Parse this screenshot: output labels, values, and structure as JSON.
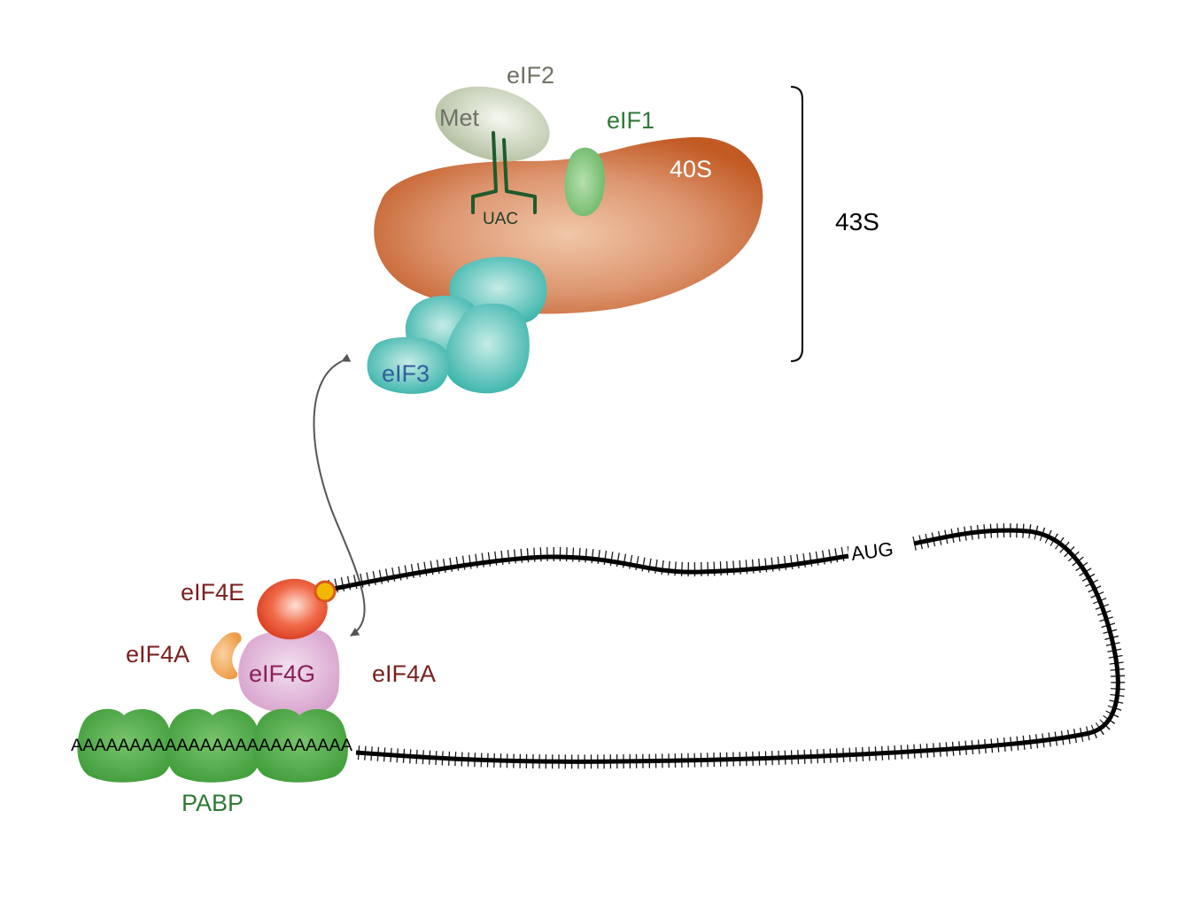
{
  "labels": {
    "eif2": "eIF2",
    "met": "Met",
    "eif1": "eIF1",
    "s40": "40S",
    "uac": "UAC",
    "s43": "43S",
    "eif3": "eIF3",
    "eif4e": "eIF4E",
    "eif4a_left": "eIF4A",
    "eif4g": "eIF4G",
    "eif4a_right": "eIF4A",
    "polya": "AAAAAAAAAAAAAAAAAAAAAAAA",
    "pabp": "PABP",
    "aug": "AUG"
  },
  "colors": {
    "ribosome_40s": "#c8622c",
    "eif2": "#c9d3bd",
    "eif1": "#7cc27a",
    "eif3": "#3bb5ad",
    "eif4e": "#e8452a",
    "cap": "#f2b705",
    "eif4a": "#f0a050",
    "eif4g": "#d9a6cf",
    "pabp": "#47a640",
    "mrna": "#000000",
    "label_red": "#7a1f1f",
    "label_green": "#2e7a35",
    "label_grey": "#6e7266",
    "label_blue": "#2f5f9a",
    "label_magenta": "#8a1f5a"
  }
}
